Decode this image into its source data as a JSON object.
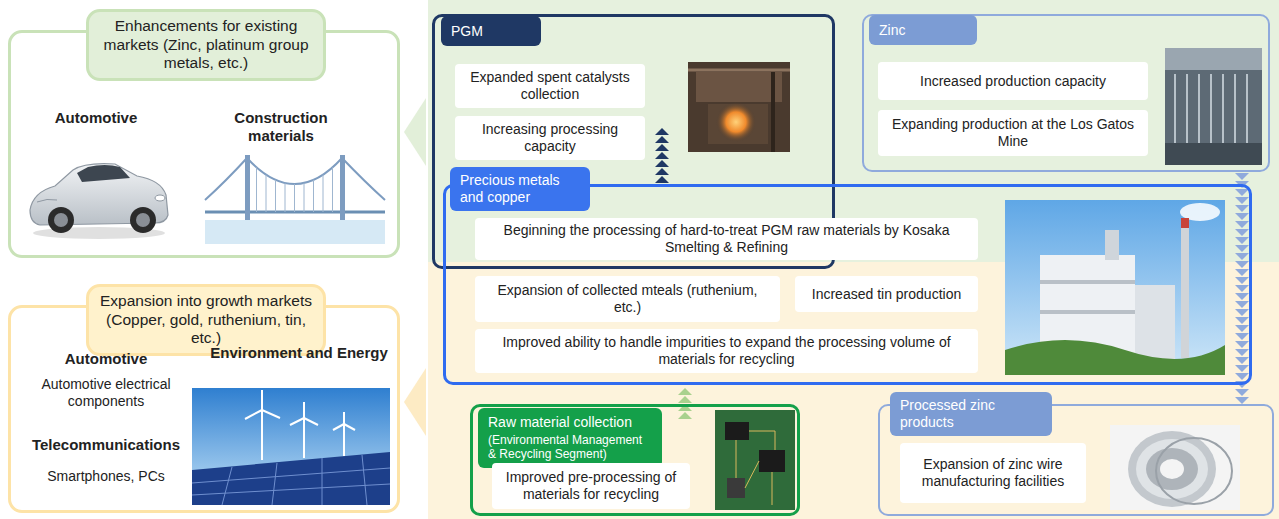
{
  "diagram": {
    "nodes": [
      {
        "text": [
          "Enhancements for existing markets (Zinc, platinum group metals, etc.)",
          "Automotive",
          "Construction materials"
        ]
      },
      {
        "text": [
          "Expansion into growth markets (Copper, gold, ruthenium, tin, etc.)",
          "Automotive",
          "Automotive electrical components",
          "Environment and Energy",
          "Telecommunications",
          "Smartphones, PCs"
        ]
      },
      {
        "text": [
          "PGM"
        ]
      },
      {
        "text": [
          "Expanded spent catalysts collection"
        ],
        "in": 2
      },
      {
        "text": [
          "Increasing processing capacity"
        ],
        "in": 2
      },
      {
        "text": [
          "Zinc"
        ]
      },
      {
        "text": [
          "Increased production capacity"
        ],
        "in": 5
      },
      {
        "text": [
          "Expanding production at the Los Gatos Mine"
        ],
        "in": 5
      },
      {
        "text": [
          "Precious metals and copper"
        ]
      },
      {
        "text": [
          "Beginning the processing of hard-to-treat PGM raw materials by Kosaka Smelting & Refining"
        ],
        "in": 8
      },
      {
        "text": [
          "Expansion of collected mteals (ruthenium, etc.)"
        ],
        "in": 8
      },
      {
        "text": [
          "Increased tin production"
        ],
        "in": 8
      },
      {
        "text": [
          "Improved ability to handle impurities to expand the processing volume of materials for recycling"
        ],
        "in": 8
      },
      {
        "text": [
          "Raw material collection",
          "(Environmental Management & Recycling Segment)"
        ]
      },
      {
        "text": [
          "Improved pre-processing of materials for recycling"
        ],
        "in": 13
      },
      {
        "text": [
          "Processed zinc products"
        ]
      },
      {
        "text": [
          "Expansion of zinc wire manufacturing facilities"
        ],
        "in": 15
      }
    ],
    "edges": [
      {
        "from": 8,
        "to": 2,
        "arrow": "to"
      },
      {
        "from": 13,
        "to": 8,
        "arrow": "to"
      },
      {
        "from": 5,
        "to": 15,
        "arrow": "to"
      }
    ]
  }
}
